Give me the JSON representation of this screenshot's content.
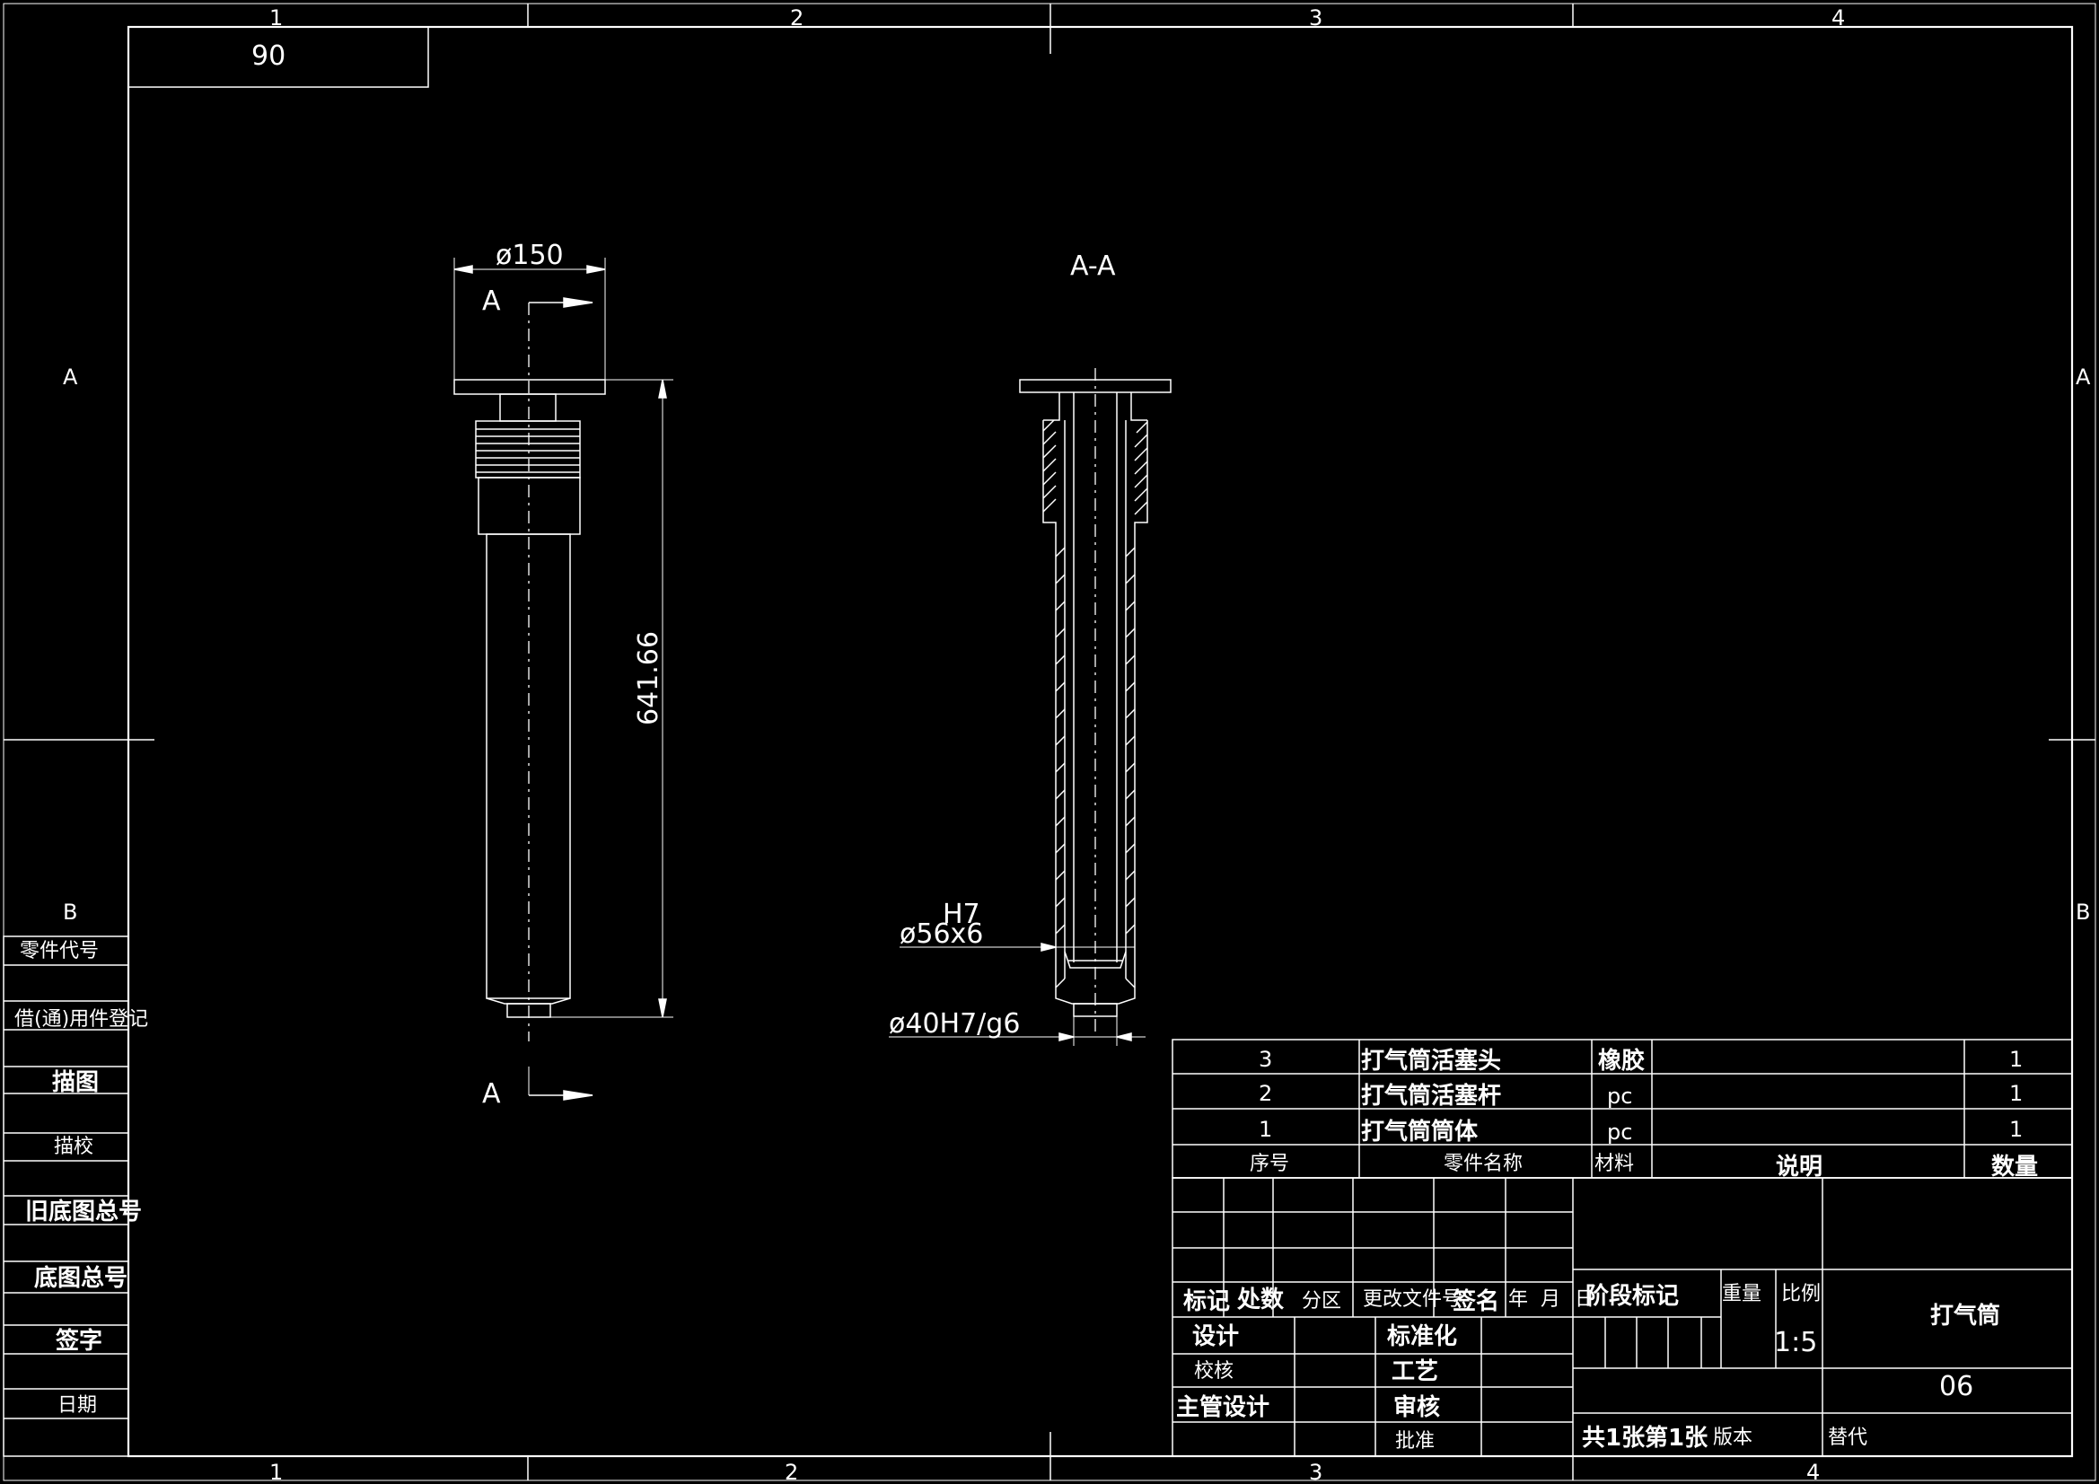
{
  "title_box": "90",
  "zone_columns": [
    "1",
    "2",
    "3",
    "4"
  ],
  "zone_rows": [
    "A",
    "B"
  ],
  "left_view": {
    "dim_diameter": "ø150",
    "dim_length": "641.66",
    "section_mark_top": "A",
    "section_mark_bottom": "A"
  },
  "section_view": {
    "title": "A-A",
    "fit_top_line1": "H7",
    "fit_top_line2": "ø56x6",
    "fit_bottom": "ø40H7/g6"
  },
  "side_panel": {
    "rows": [
      "零件代号",
      "借(通)用件登记",
      "描图",
      "描校",
      "旧底图总号",
      "底图总号",
      "签字",
      "日期"
    ]
  },
  "bom": {
    "rows": [
      {
        "no": "3",
        "name": "打气筒活塞头",
        "material": "橡胶",
        "qty": "1"
      },
      {
        "no": "2",
        "name": "打气筒活塞杆",
        "material": "pc",
        "qty": "1"
      },
      {
        "no": "1",
        "name": "打气筒筒体",
        "material": "pc",
        "qty": "1"
      }
    ],
    "header": {
      "no": "序号",
      "name": "零件名称",
      "material": "材料",
      "note": "说明",
      "qty": "数量"
    }
  },
  "title_block": {
    "rev_header": [
      "标记",
      "处数",
      "分区",
      "更改文件号",
      "签名",
      "年",
      "月",
      "日"
    ],
    "design": "设计",
    "standardization": "标准化",
    "check": "校核",
    "process": "工艺",
    "supervisor": "主管设计",
    "review": "审核",
    "approve": "批准",
    "stage": "阶段标记",
    "weight": "重量",
    "scale_label": "比例",
    "scale_value": "1:5",
    "drawing_name": "打气筒",
    "drawing_no": "06",
    "sheets_total": "共1张",
    "sheet_no": "第1张",
    "version": "版本",
    "replace": "替代"
  }
}
